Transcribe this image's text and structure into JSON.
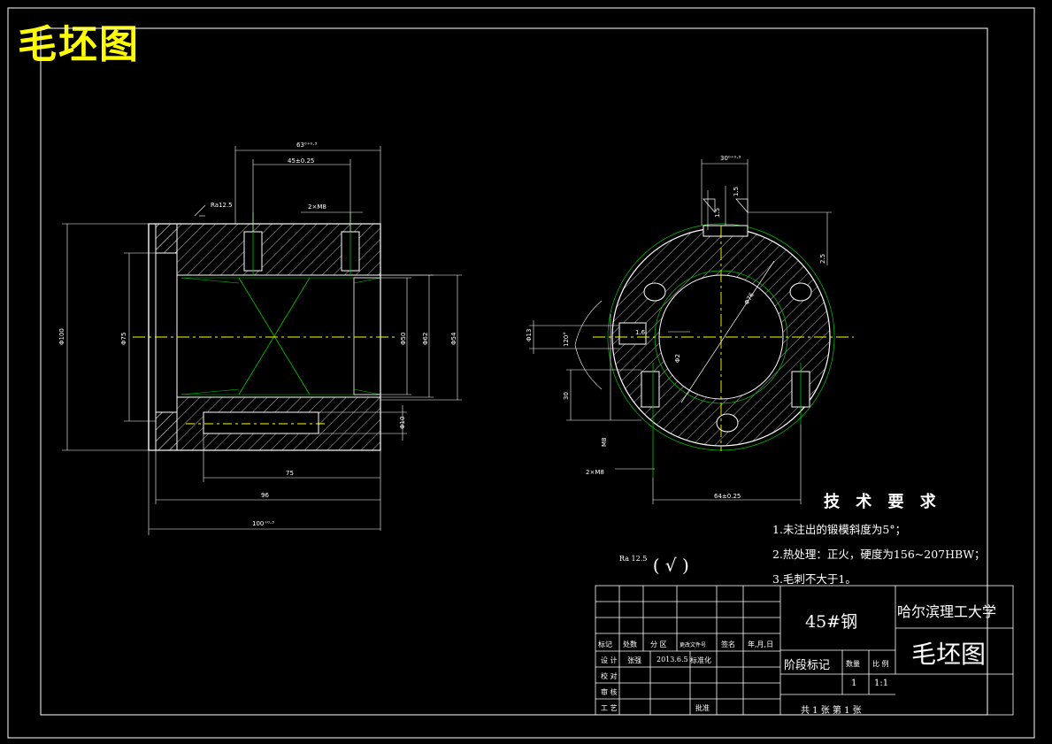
{
  "drawing_title": "毛坯图",
  "tech_requirements": {
    "heading": "技 术 要 求",
    "items": [
      "1.未注出的锻模斜度为5°；",
      "2.热处理：正火，硬度为156~207HBW；",
      "3.毛刺不大于1。"
    ]
  },
  "roughness_note": {
    "symbol": "Ra 12.5",
    "paren": "(  √  )"
  },
  "title_block": {
    "material": "45#钢",
    "school": "哈尔滨理工大学",
    "drawing_name": "毛坯图",
    "stage_label": "阶段标记",
    "qty_label": "数量",
    "scale_label": "比 例",
    "qty_value": "1",
    "scale_value": "1:1",
    "sheets": "共 1 张   第 1 张",
    "headers": [
      "标记",
      "处数",
      "分 区",
      "更改文件号",
      "签名",
      "年,月,日"
    ],
    "rows": [
      {
        "role": "设 计",
        "name": "张强",
        "date": "2013.6.5",
        "extra": "标准化"
      },
      {
        "role": "校 对"
      },
      {
        "role": "审 核"
      },
      {
        "role": "工 艺",
        "extra": "批准"
      }
    ]
  },
  "dimensions": {
    "left": [
      "63⁰⁺⁰·³",
      "45±0.25",
      "2×M8",
      "Ra12.5",
      "Φ100",
      "Φ75",
      "Φ50",
      "Φ62",
      "Φ54",
      "Φ10",
      "75",
      "96",
      "100⁺⁰·³"
    ],
    "right": [
      "30⁰⁺⁰·³",
      "1.5",
      "1.5",
      "2.5",
      "Φ76",
      "Φ13",
      "120°",
      "1.6",
      "Φ2",
      "30",
      "M8",
      "2×M8",
      "64±0.25"
    ]
  },
  "colors": {
    "line": "#ffffff",
    "hatch": "#ffffff",
    "green": "#00c800",
    "yellow": "#ffff00",
    "center": "#ffff00",
    "frame": "#ffffff"
  }
}
